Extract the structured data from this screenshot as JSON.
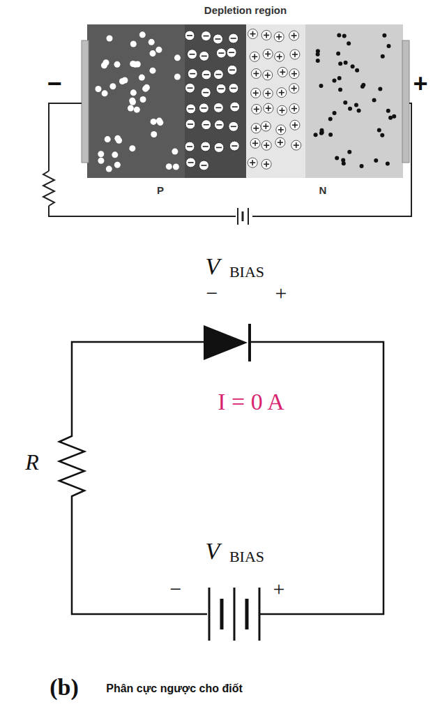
{
  "diagram": {
    "labels": [
      "Depletion region",
      "−",
      "+",
      "P",
      "N",
      "V",
      "BIAS",
      "−",
      "+",
      "I = 0 A",
      "R",
      "V",
      "BIAS",
      "−",
      "+",
      "(b)",
      "Phân cực ngược cho điốt"
    ]
  }
}
